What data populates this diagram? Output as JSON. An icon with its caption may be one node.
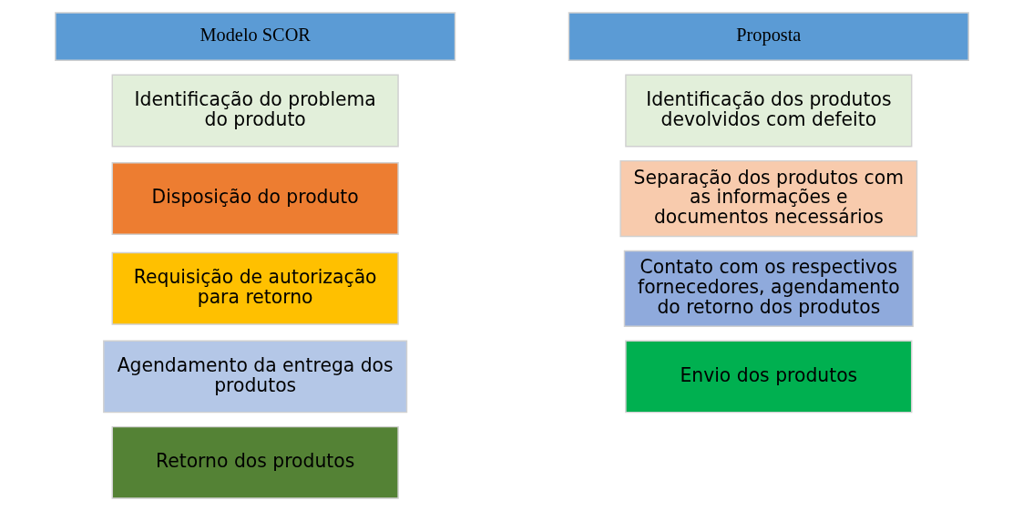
{
  "diagram": {
    "nodes": [
      {
        "text": [
          "Modelo SCOR"
        ]
      },
      {
        "text": [
          "Identificação do problema do produto"
        ]
      },
      {
        "text": [
          "Disposição do produto"
        ]
      },
      {
        "text": [
          "Requisição de autorização para retorno"
        ]
      },
      {
        "text": [
          "Agendamento da entrega dos produtos"
        ]
      },
      {
        "text": [
          "Retorno dos produtos"
        ]
      },
      {
        "text": [
          "Proposta"
        ]
      },
      {
        "text": [
          "Identificação dos produtos devolvidos com defeito"
        ]
      },
      {
        "text": [
          "Separação dos produtos com as informações e documentos necessários"
        ]
      },
      {
        "text": [
          "Contato com os respectivos fornecedores, agendamento do retorno dos produtos"
        ]
      },
      {
        "text": [
          "Envio dos produtos"
        ]
      }
    ],
    "edges": []
  }
}
